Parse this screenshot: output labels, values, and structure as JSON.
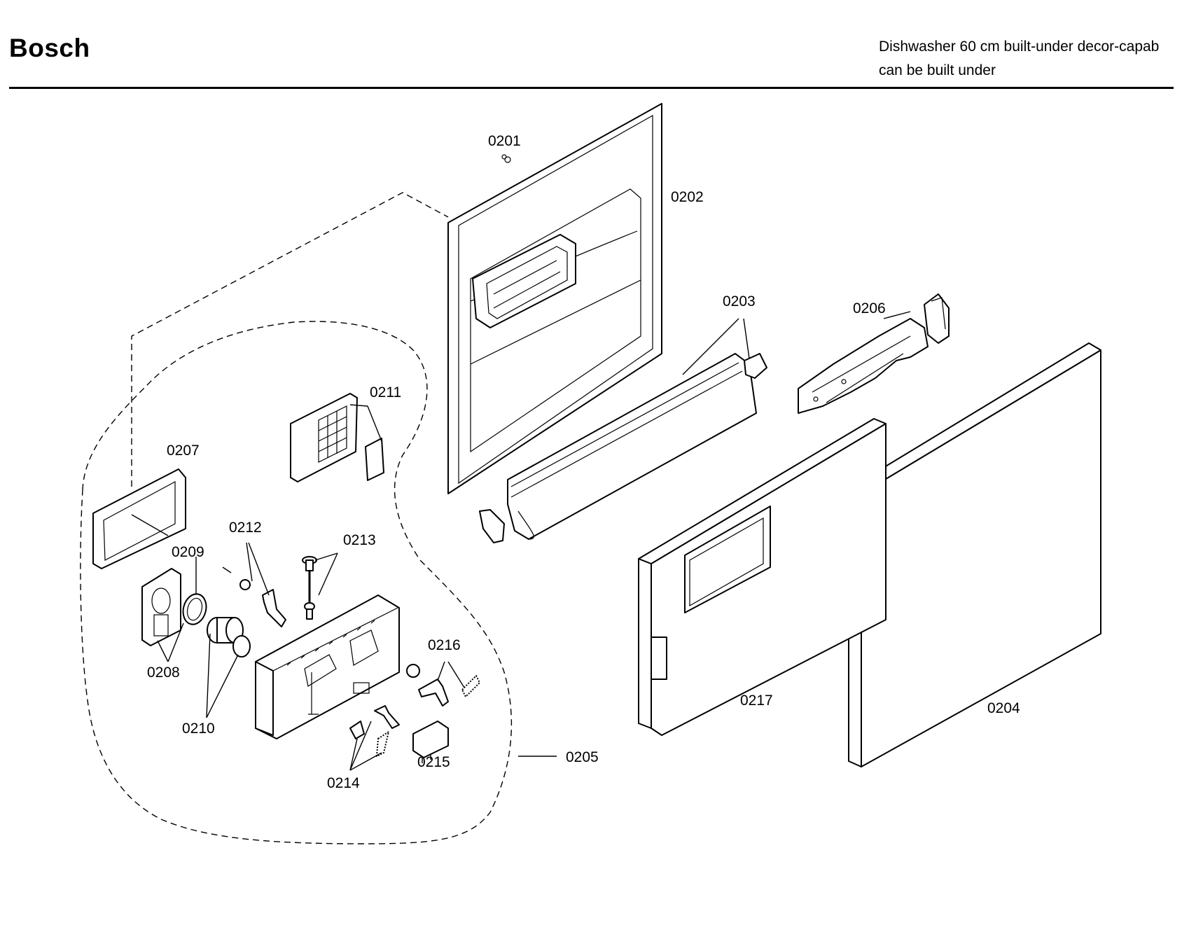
{
  "header": {
    "brand": "Bosch",
    "title_line1": "Dishwasher 60 cm built-under decor-capab",
    "title_line2": "can be built under"
  },
  "callouts": {
    "p0201": "0201",
    "p0202": "0202",
    "p0203": "0203",
    "p0204": "0204",
    "p0205": "0205",
    "p0206": "0206",
    "p0207": "0207",
    "p0208": "0208",
    "p0209": "0209",
    "p0210": "0210",
    "p0211": "0211",
    "p0212": "0212",
    "p0213": "0213",
    "p0214": "0214",
    "p0215": "0215",
    "p0216": "0216",
    "p0217": "0217"
  }
}
